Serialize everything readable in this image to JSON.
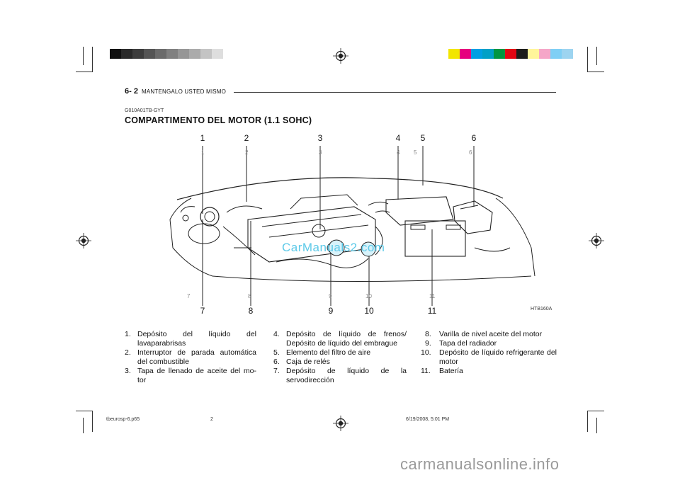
{
  "header": {
    "page_number": "6- 2",
    "section": "MANTENGALO USTED MISMO"
  },
  "doc_code": "G010A01TB-GYT",
  "title": "COMPARTIMENTO DEL MOTOR (1.1 SOHC)",
  "diagram": {
    "figure_code": "HTB160A",
    "top_callouts": [
      "1",
      "2",
      "3",
      "4",
      "5",
      "6"
    ],
    "bottom_callouts": [
      "7",
      "8",
      "9",
      "10",
      "11"
    ],
    "watermark": "CarManuals2.com"
  },
  "legend": {
    "col1": [
      {
        "num": "1.",
        "text": "Depósito del líquido del lavaparabrisas"
      },
      {
        "num": "2.",
        "text": "Interruptor de parada automática del combustible"
      },
      {
        "num": "3.",
        "text": "Tapa de llenado de aceite del mo-tor"
      }
    ],
    "col2": [
      {
        "num": "4.",
        "text": "Depósito de líquido de frenos/ Depósito de líquido del embrague"
      },
      {
        "num": "5.",
        "text": "Elemento del filtro de aire"
      },
      {
        "num": "6.",
        "text": "Caja de relés"
      },
      {
        "num": "7.",
        "text": "Depósito de líquido de la servodirección"
      }
    ],
    "col3": [
      {
        "num": "8.",
        "text": "Varilla de nivel aceite del motor"
      },
      {
        "num": "9.",
        "text": "Tapa del radiador"
      },
      {
        "num": "10.",
        "text": "Depósito de líquido refrigerante del motor"
      },
      {
        "num": "11.",
        "text": "Batería"
      }
    ]
  },
  "footer": {
    "file": "tbeurosp-6.p65",
    "page": "2",
    "timestamp": "6/19/2008, 5:01 PM"
  },
  "site_watermark": "carmanualsonline.info",
  "colors": {
    "gray_bar": [
      "#111111",
      "#2a2a2a",
      "#3d3d3d",
      "#555555",
      "#6b6b6b",
      "#808080",
      "#969696",
      "#ababab",
      "#c4c4c4",
      "#dedede"
    ],
    "color_bar": [
      "#f2e600",
      "#e6007e",
      "#009fe3",
      "#00a0c6",
      "#009640",
      "#e30613",
      "#1d1d1b",
      "#fff59a",
      "#f5a6c8",
      "#7fcff5",
      "#9dd4f0"
    ]
  }
}
